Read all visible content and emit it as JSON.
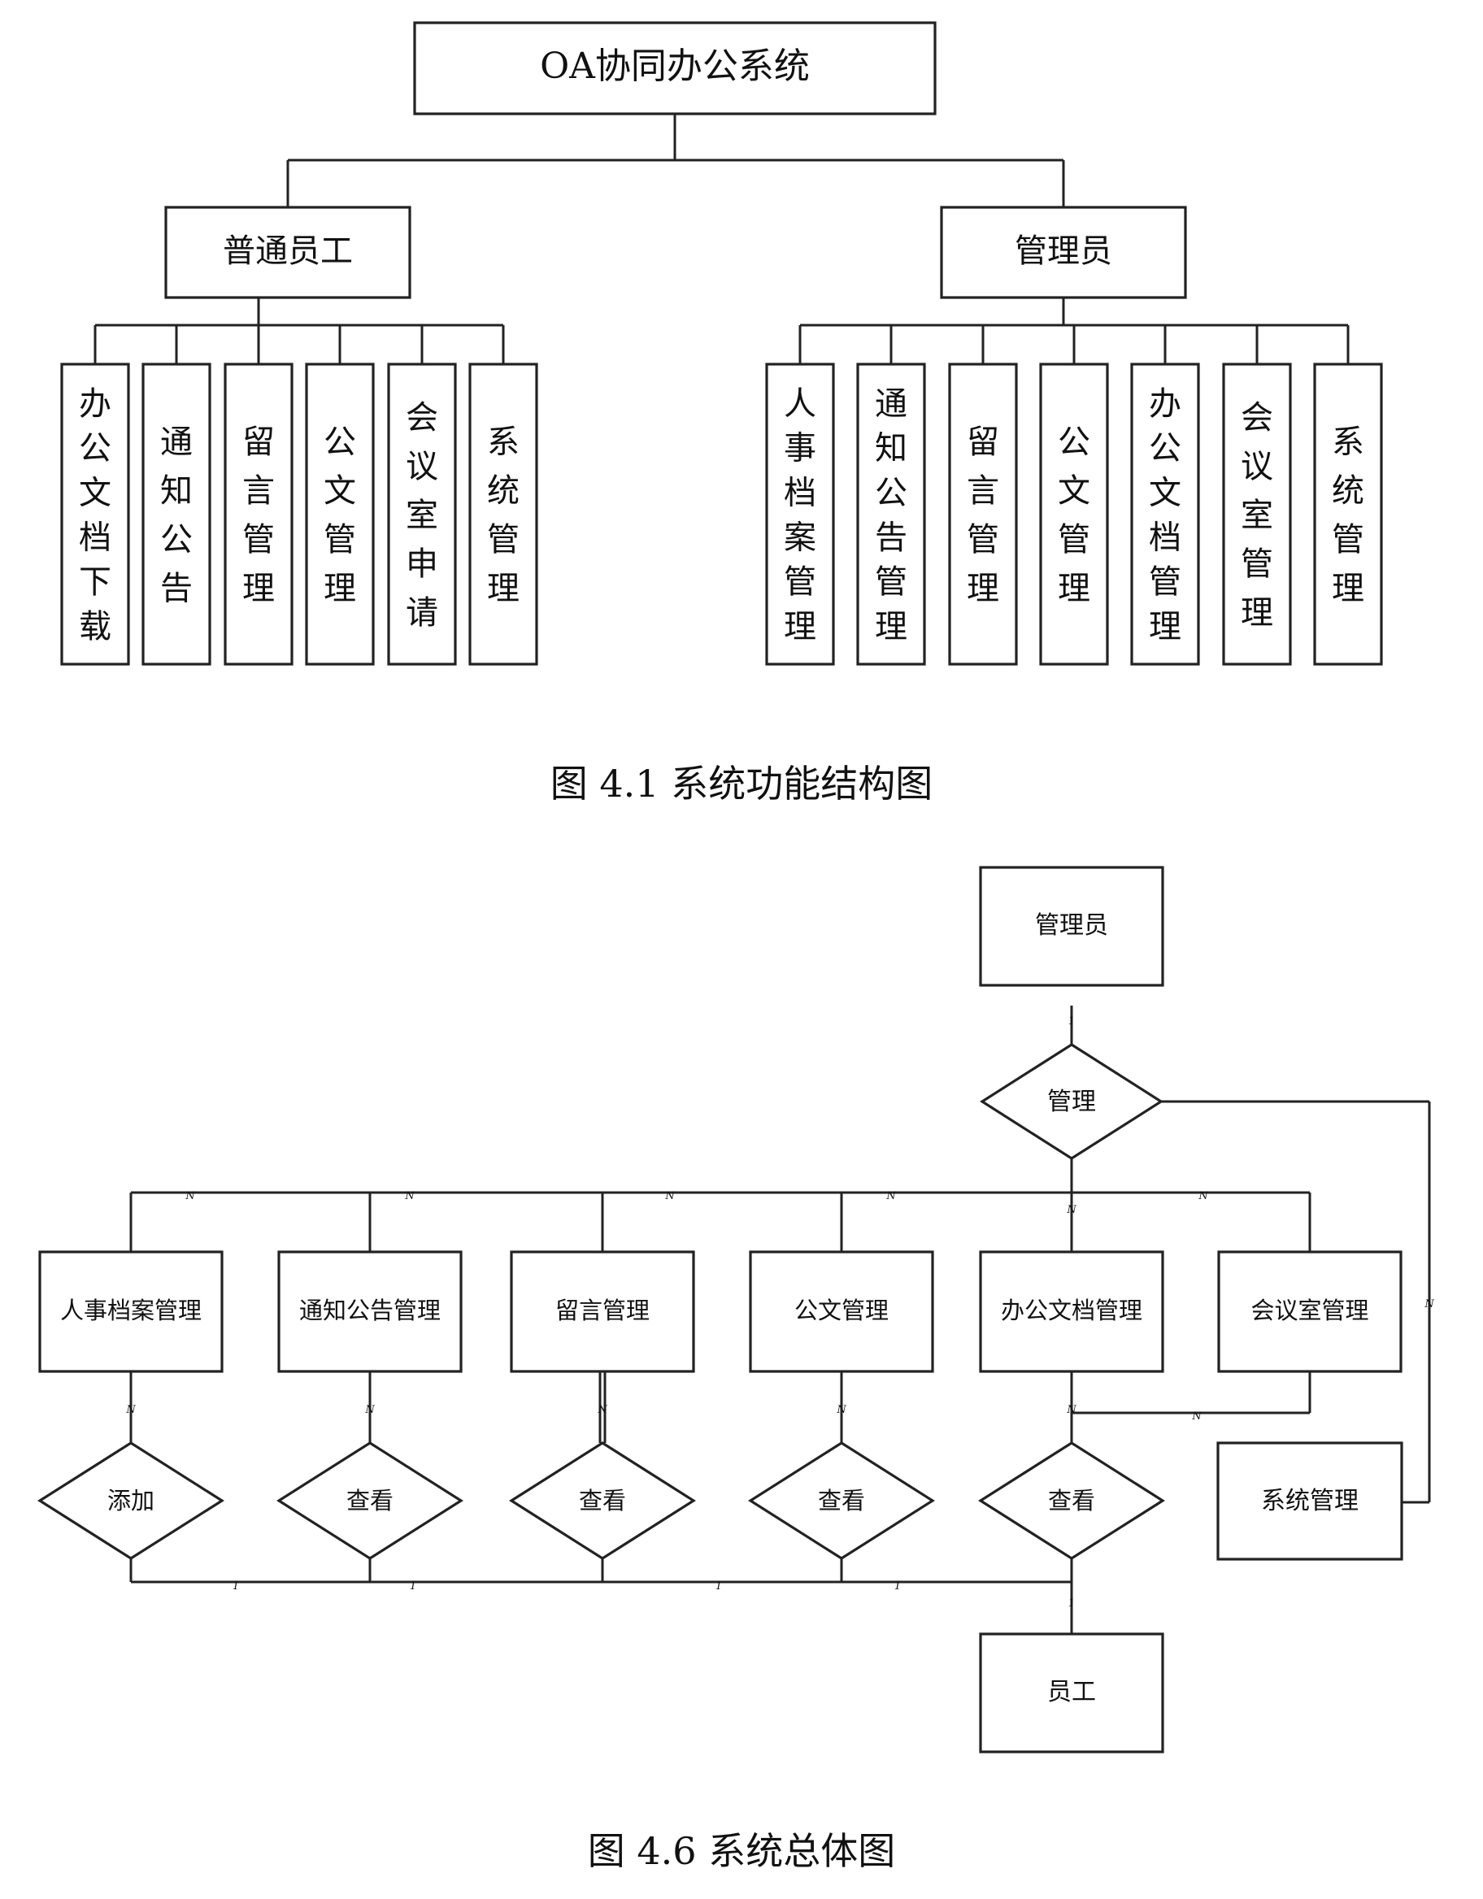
{
  "figure1": {
    "root": "OA协同办公系统",
    "employee": {
      "label": "普通员工",
      "modules": [
        "办公文档下载",
        "通知公告",
        "留言管理",
        "公文管理",
        "会议室申请",
        "系统管理"
      ]
    },
    "admin": {
      "label": "管理员",
      "modules": [
        "人事档案管理",
        "通知公告管理",
        "留言管理",
        "公文管理",
        "办公文档管理",
        "会议室管理",
        "系统管理"
      ]
    },
    "caption": "图 4.1  系统功能结构图"
  },
  "figure2": {
    "admin": "管理员",
    "manage_rel": "管理",
    "entities": [
      "人事档案管理",
      "通知公告管理",
      "留言管理",
      "公文管理",
      "办公文档管理",
      "会议室管理"
    ],
    "relations": [
      "添加",
      "查看",
      "查看",
      "查看",
      "查看"
    ],
    "system_mgmt": "系统管理",
    "employee": "员工",
    "card_one": "1",
    "card_many": "N",
    "caption": "图 4.6 系统总体图"
  }
}
